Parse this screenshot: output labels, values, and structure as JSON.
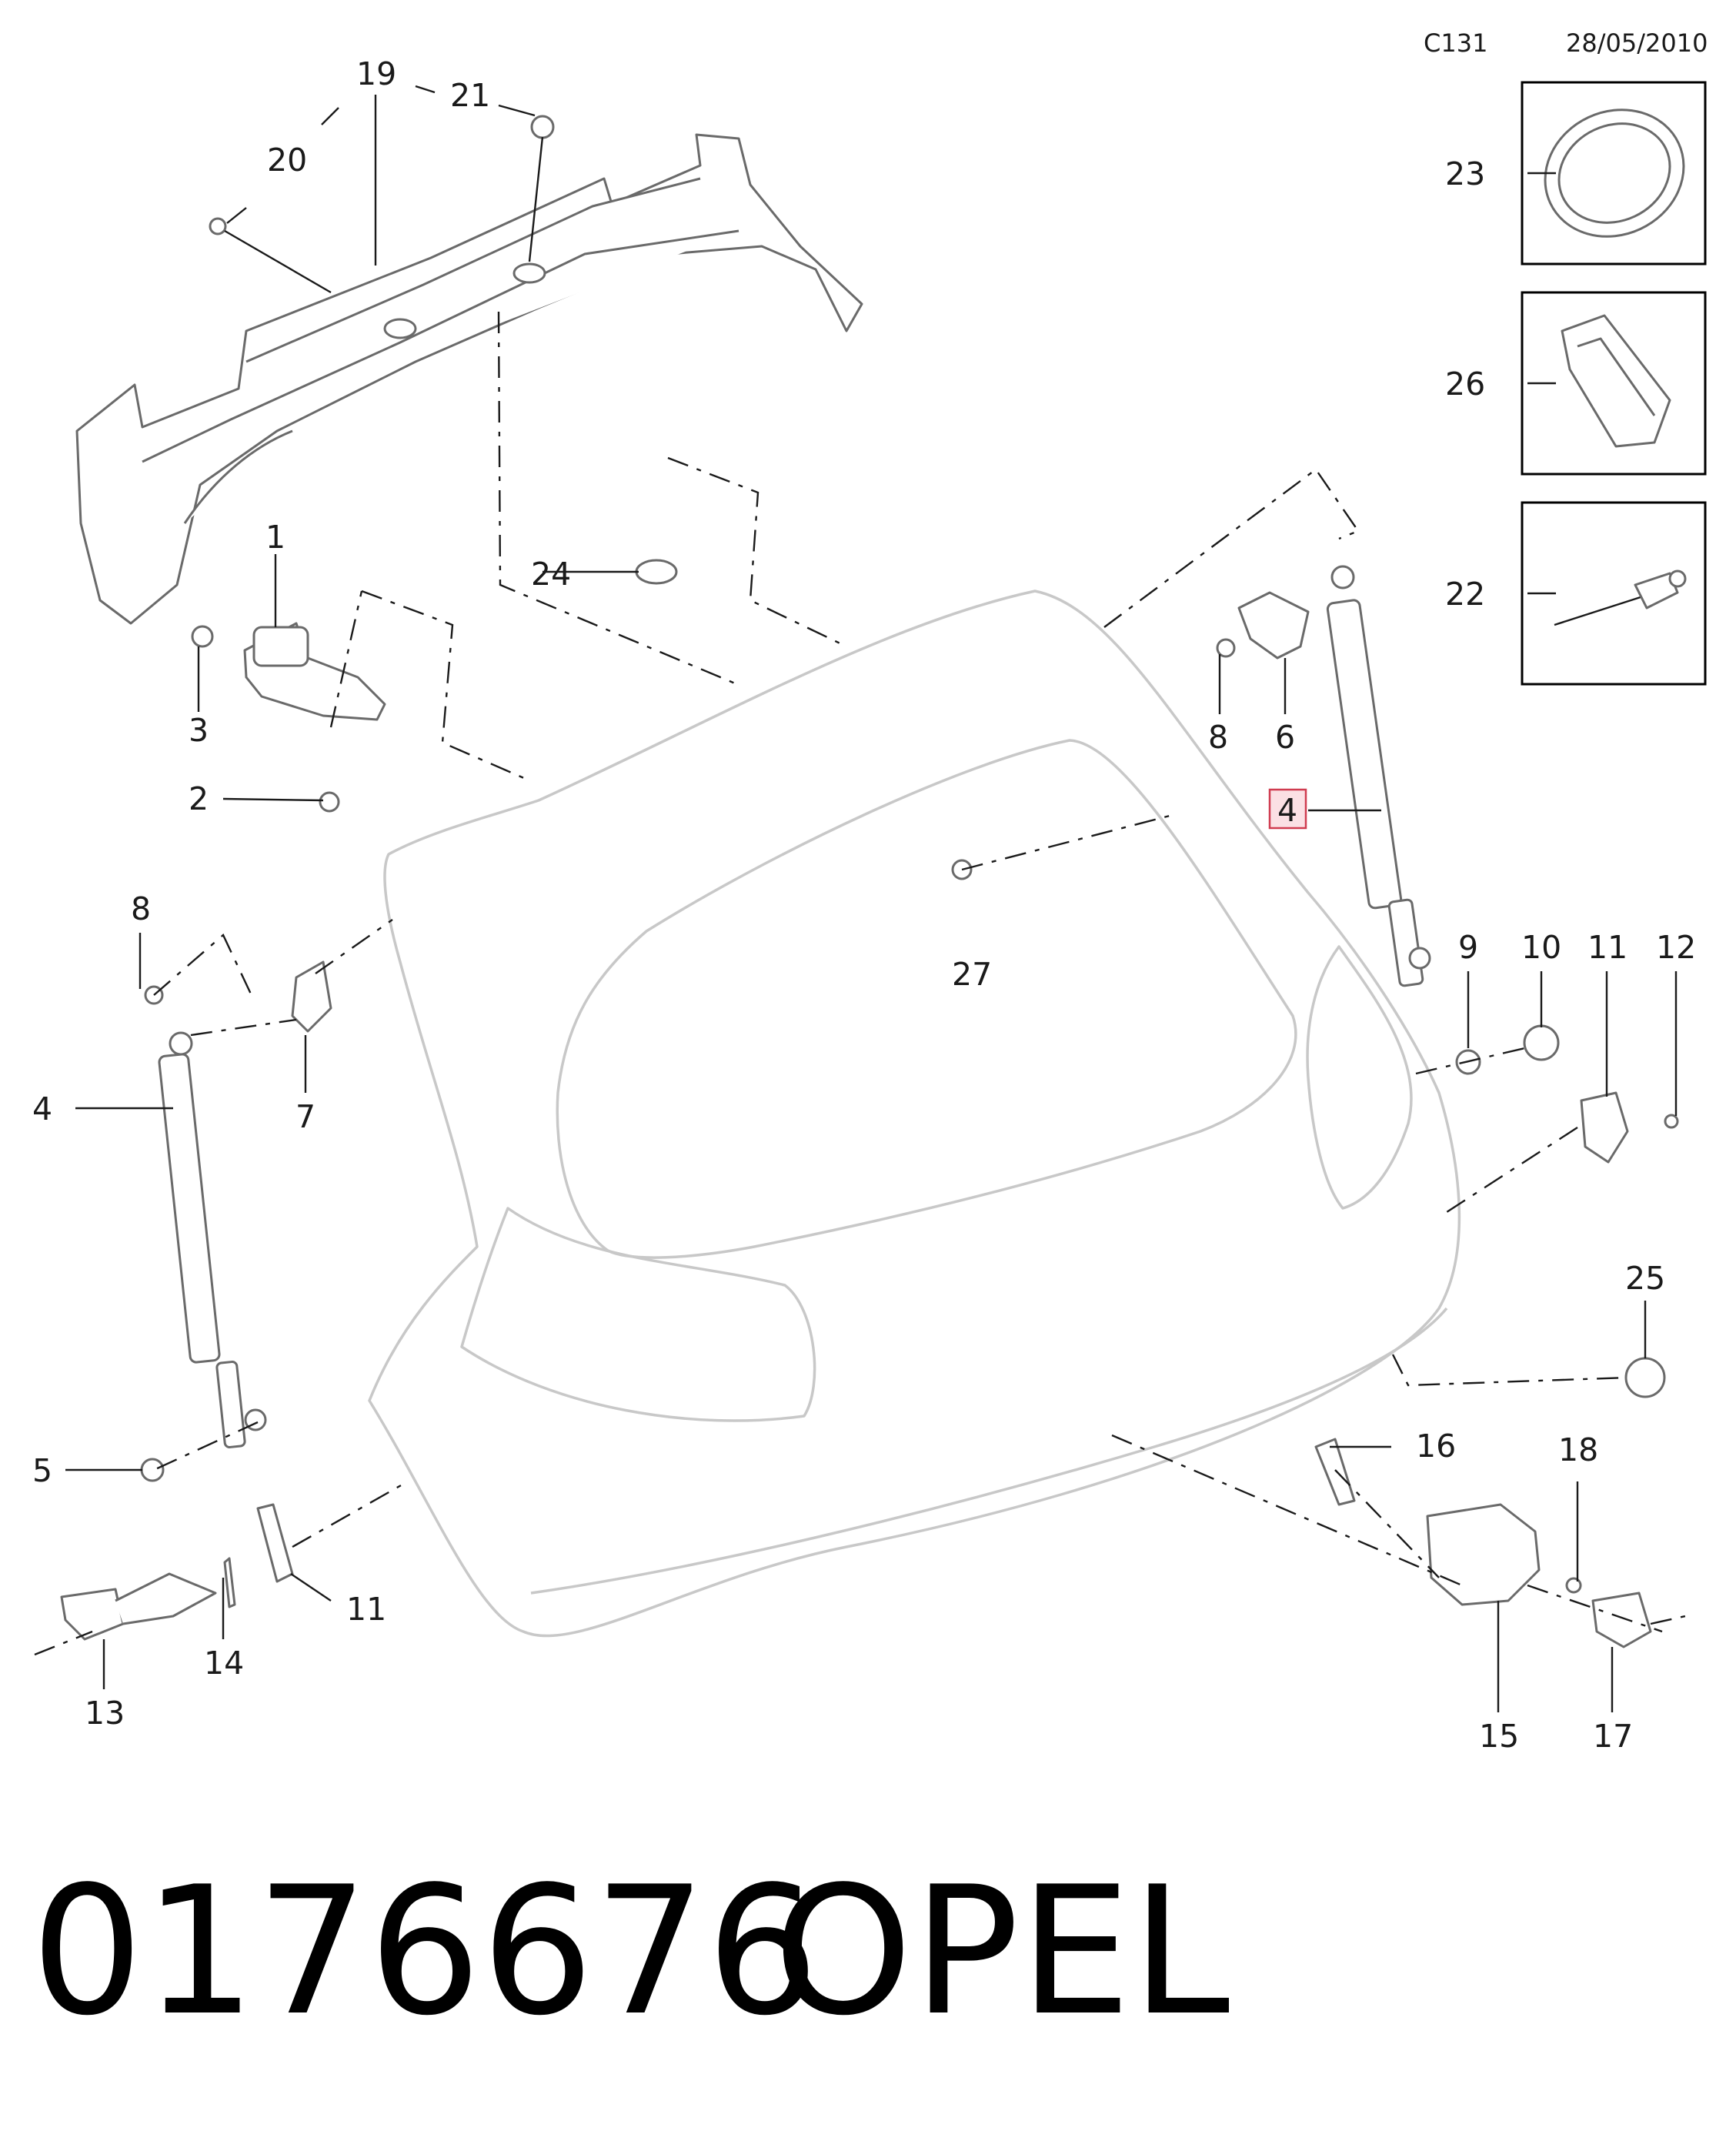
{
  "header": {
    "code": "C131",
    "date": "28/05/2010"
  },
  "footer": {
    "part_number": "0176676",
    "brand": "OPEL"
  },
  "callouts": {
    "c1": "1",
    "c2": "2",
    "c3": "3",
    "c4_left": "4",
    "c4_right": "4",
    "c5": "5",
    "c6": "6",
    "c7": "7",
    "c8_left": "8",
    "c8_right": "8",
    "c9": "9",
    "c10": "10",
    "c11_right": "11",
    "c11_left": "11",
    "c12": "12",
    "c13": "13",
    "c14": "14",
    "c15": "15",
    "c16": "16",
    "c17": "17",
    "c18": "18",
    "c19": "19",
    "c20": "20",
    "c21": "21",
    "c22": "22",
    "c23": "23",
    "c24": "24",
    "c25": "25",
    "c26": "26",
    "c27": "27"
  },
  "highlighted_callout": "4",
  "colors": {
    "highlight_fill": "#fbe0e4",
    "highlight_stroke": "#d03c50",
    "outline": "#c8c8c8"
  }
}
